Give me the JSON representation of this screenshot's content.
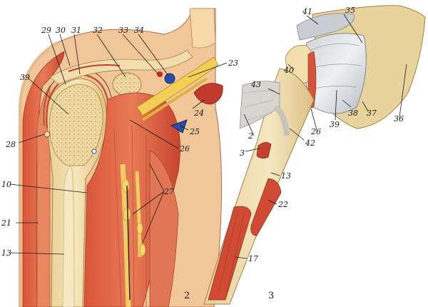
{
  "figures": [
    {
      "number": "2",
      "labels": [
        "29",
        "30",
        "31",
        "32",
        "33",
        "34",
        "23",
        "39",
        "24",
        "25",
        "26",
        "28",
        "27",
        "10",
        "21",
        "13"
      ]
    },
    {
      "number": "3",
      "labels": [
        "41",
        "35",
        "40",
        "43",
        "36",
        "2",
        "42",
        "26",
        "39",
        "38",
        "37",
        "3",
        "13",
        "22",
        "17"
      ]
    }
  ]
}
